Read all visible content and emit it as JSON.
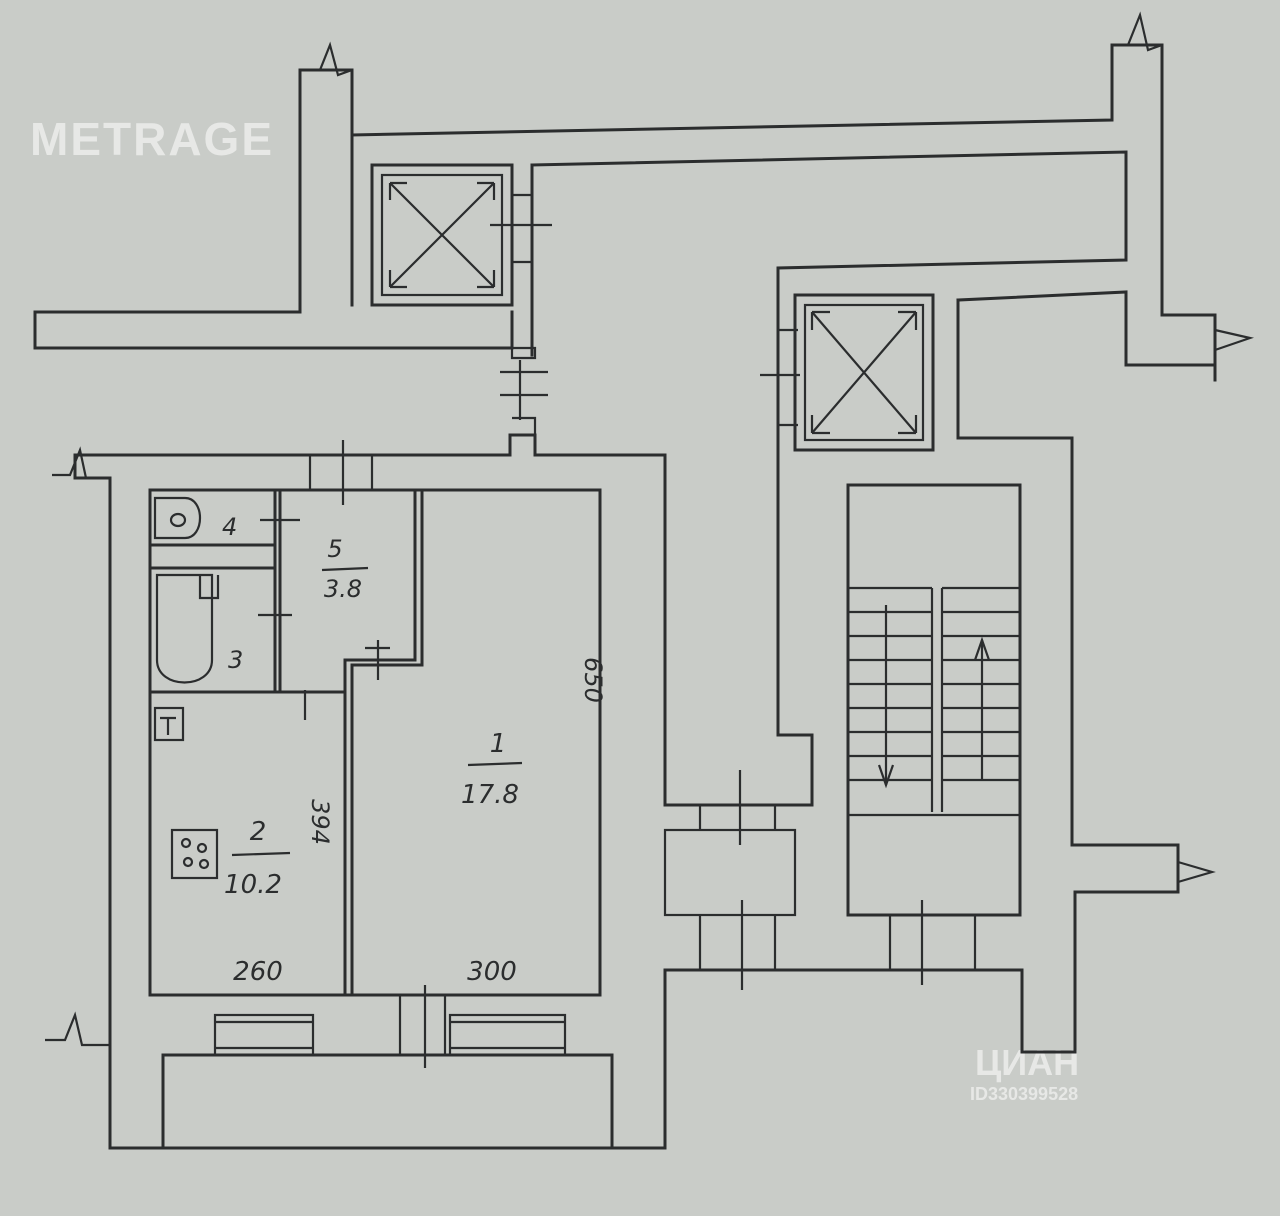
{
  "watermarks": {
    "metrage": "METRAGE",
    "cian": "ЦИАН",
    "cian_id": "ID330399528"
  },
  "rooms": {
    "room1": {
      "number": "1",
      "area": "17.8"
    },
    "room2": {
      "number": "2",
      "area": "10.2"
    },
    "room3": {
      "number": "3"
    },
    "room4": {
      "number": "4"
    },
    "room5": {
      "number": "5",
      "area": "3.8"
    }
  },
  "dimensions": {
    "room1_length": "650",
    "room1_width": "300",
    "room2_length": "394",
    "room2_width": "260"
  },
  "colors": {
    "paper": "#c9ccc8",
    "ink": "#2b2d2e"
  },
  "icons": [
    "elevator-shaft-icon",
    "toilet-icon",
    "bathtub-icon",
    "stove-icon",
    "sink-icon",
    "stair-arrow-up-icon",
    "stair-arrow-down-icon"
  ]
}
